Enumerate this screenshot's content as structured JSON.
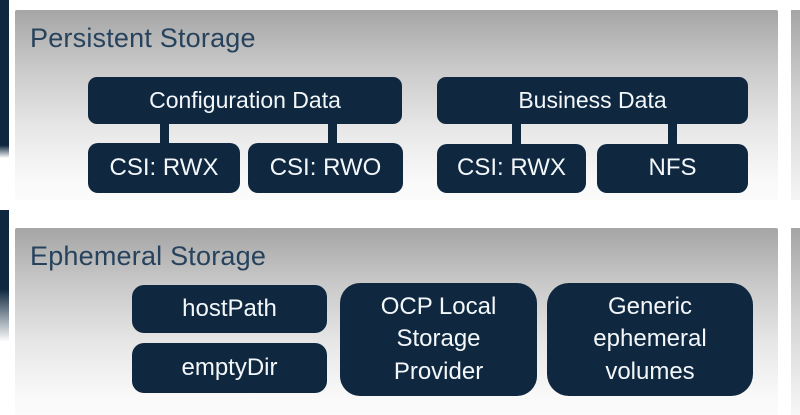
{
  "diagram": {
    "persistent": {
      "title": "Persistent Storage",
      "groups": [
        {
          "parent": "Configuration Data",
          "children": [
            "CSI: RWX",
            "CSI: RWO"
          ]
        },
        {
          "parent": "Business Data",
          "children": [
            "CSI: RWX",
            "NFS"
          ]
        }
      ]
    },
    "ephemeral": {
      "title": "Ephemeral Storage",
      "items": [
        "hostPath",
        "emptyDir",
        "OCP Local Storage Provider",
        "Generic ephemeral volumes"
      ]
    },
    "colors": {
      "box_fill": "#0f2840",
      "box_text": "#f3f7fa",
      "title_text": "#27425c",
      "panel_gradient_top": "#a5a5a5",
      "panel_gradient_bottom": "#fbfbfb"
    }
  }
}
